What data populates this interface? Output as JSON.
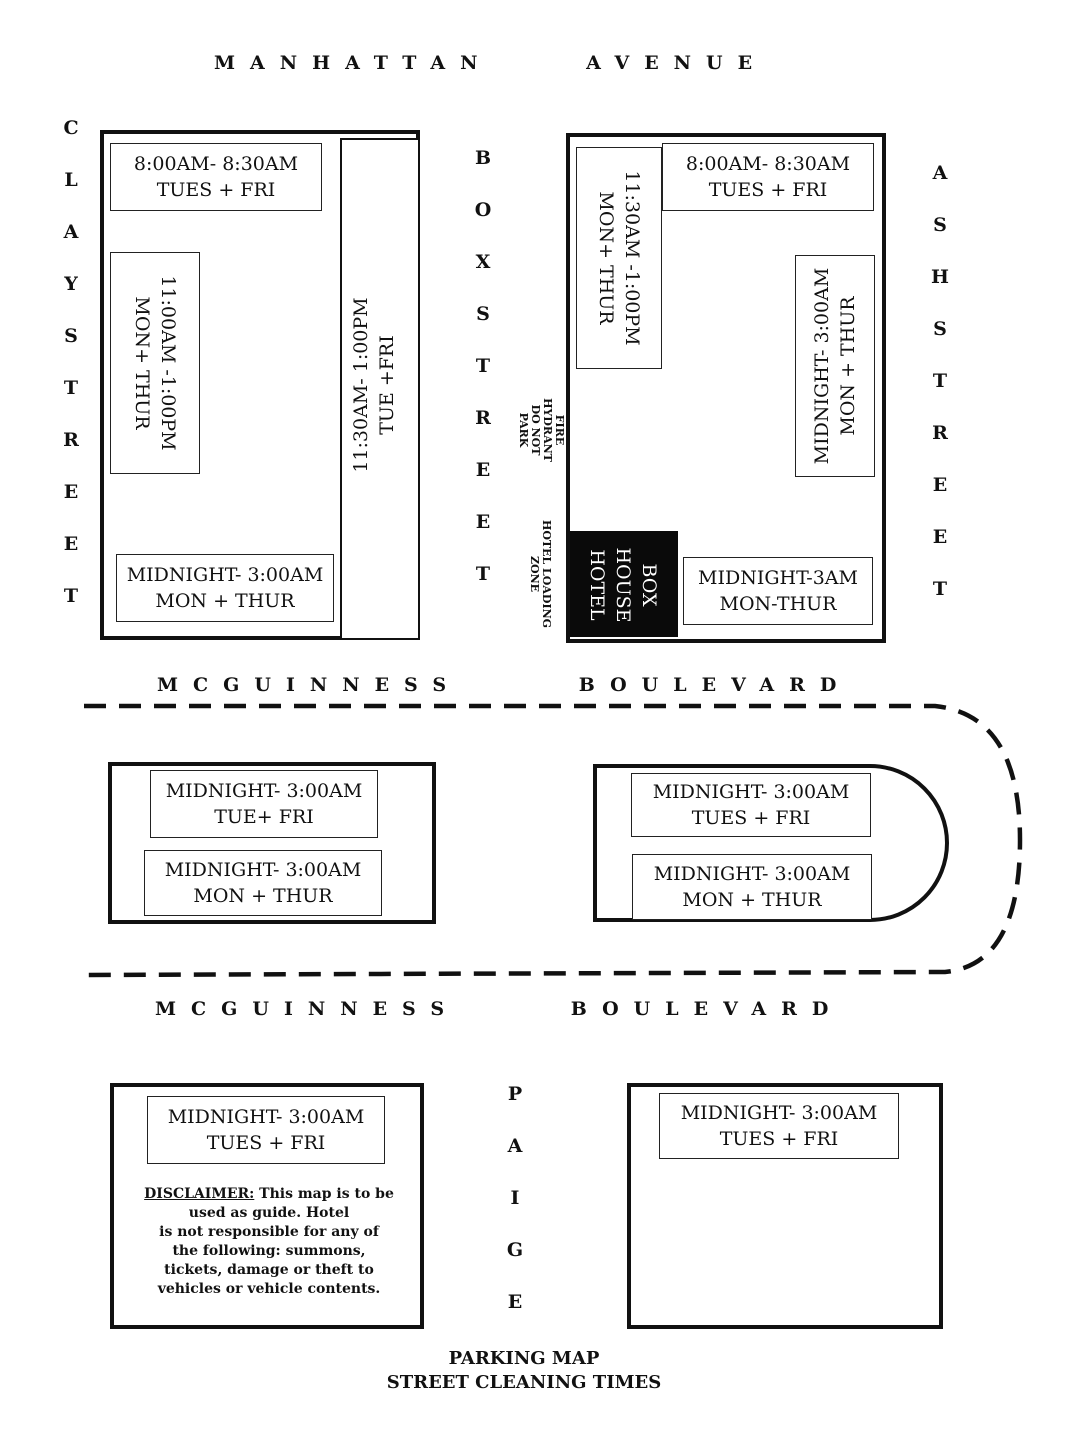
{
  "streets": {
    "manhattan_word1": "MANHATTAN",
    "manhattan_word2": "AVENUE",
    "clay": [
      "C",
      "L",
      "A",
      "Y",
      "S",
      "T",
      "R",
      "E",
      "E",
      "T"
    ],
    "box": [
      "B",
      "O",
      "X",
      "S",
      "T",
      "R",
      "E",
      "E",
      "T"
    ],
    "ash": [
      "A",
      "S",
      "H",
      "S",
      "T",
      "R",
      "E",
      "E",
      "T"
    ],
    "mcguinness_top_word1": "MCGUINNESS",
    "mcguinness_top_word2": "BOULEVARD",
    "mcguinness_bottom_word1": "MCGUINNESS",
    "mcguinness_bottom_word2": "BOULEVARD",
    "paige": [
      "P",
      "A",
      "I",
      "G",
      "E"
    ]
  },
  "block_nw": {
    "top_sign": [
      "8:00AM- 8:30AM",
      "TUES + FRI"
    ],
    "left_sign": [
      "11:00AM -1:00PM",
      "MON+ THUR"
    ],
    "right_sign": [
      "11:30AM- 1:00PM",
      "TUE +FRI"
    ],
    "bottom_sign": [
      "MIDNIGHT- 3:00AM",
      "MON + THUR"
    ]
  },
  "block_ne": {
    "left_sign": [
      "11:30AM -1:00PM",
      "MON+ THUR"
    ],
    "top_sign": [
      "8:00AM- 8:30AM",
      "TUES + FRI"
    ],
    "right_sign": [
      "MIDNIGHT- 3:00AM",
      "MON + THUR"
    ],
    "bottom_sign": [
      "MIDNIGHT-3AM",
      "MON-THUR"
    ],
    "hotel": [
      "BOX",
      "HOUSE",
      "HOTEL"
    ],
    "fire_hydrant": [
      "FIRE",
      "HYDRANT",
      "DO NOT",
      "PARK"
    ],
    "loading_zone": [
      "HOTEL LOADING",
      "ZONE"
    ]
  },
  "median_w": {
    "top_sign": [
      "MIDNIGHT- 3:00AM",
      "TUE+ FRI"
    ],
    "bottom_sign": [
      "MIDNIGHT- 3:00AM",
      "MON + THUR"
    ]
  },
  "median_e": {
    "top_sign": [
      "MIDNIGHT- 3:00AM",
      "TUES + FRI"
    ],
    "bottom_sign": [
      "MIDNIGHT- 3:00AM",
      "MON + THUR"
    ]
  },
  "block_sw": {
    "sign": [
      "MIDNIGHT- 3:00AM",
      "TUES + FRI"
    ],
    "disclaimer_label": "DISCLAIMER:",
    "disclaimer_text": [
      " This map is to be",
      "used as guide. Hotel",
      "is not responsible for any of",
      "the following: summons,",
      "tickets, damage or theft to",
      "vehicles or vehicle contents."
    ]
  },
  "block_se": {
    "sign": [
      "MIDNIGHT- 3:00AM",
      "TUES + FRI"
    ]
  },
  "footer": [
    "PARKING MAP",
    "STREET CLEANING TIMES"
  ]
}
